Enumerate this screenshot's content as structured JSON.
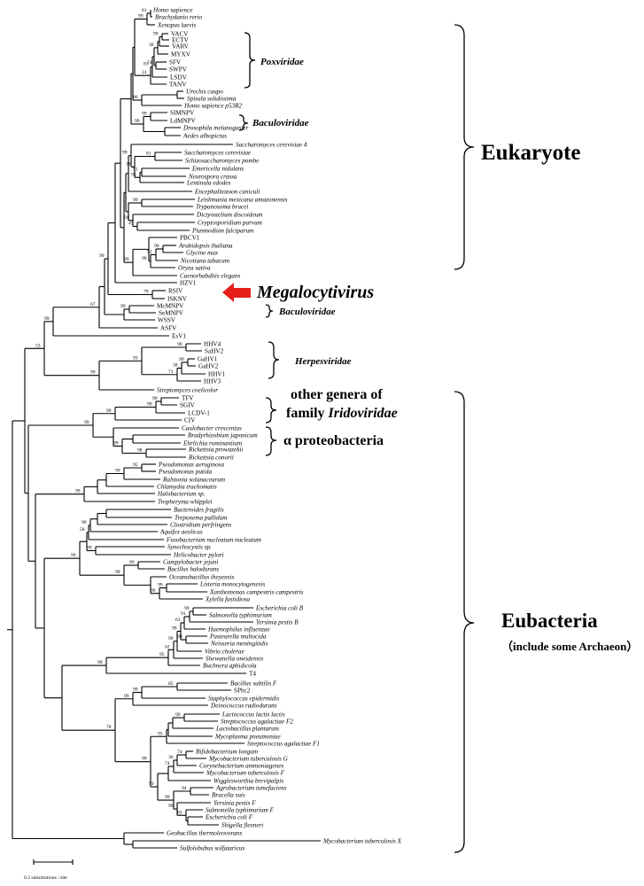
{
  "leaves": [
    {
      "name": "Homo sapience",
      "italic": true
    },
    {
      "name": "Brachydanio rerio",
      "italic": true
    },
    {
      "name": "Xenopus laevis",
      "italic": true
    },
    {
      "name": "VACV",
      "italic": false
    },
    {
      "name": "ECTV",
      "italic": false
    },
    {
      "name": "VARV",
      "italic": false
    },
    {
      "name": "MYXV",
      "italic": false
    },
    {
      "name": "SFV",
      "italic": false
    },
    {
      "name": "SWPV",
      "italic": false
    },
    {
      "name": "LSDV",
      "italic": false
    },
    {
      "name": "TANV",
      "italic": false
    },
    {
      "name": "Urechis caupo",
      "italic": true
    },
    {
      "name": "Spisula solidissima",
      "italic": true
    },
    {
      "name": "Homo sapience p53R2",
      "italic": true
    },
    {
      "name": "SIMNPV",
      "italic": false
    },
    {
      "name": "LdMNPV",
      "italic": false
    },
    {
      "name": "Drosophila melanogaster",
      "italic": true
    },
    {
      "name": "Aedes albopictus",
      "italic": true
    },
    {
      "name": "Saccharomyces cerevisiae 4",
      "italic": true
    },
    {
      "name": "Saccharomyces cerevisiae",
      "italic": true
    },
    {
      "name": "Schizosaccharomyces pombe",
      "italic": true
    },
    {
      "name": "Emericella nidulans",
      "italic": true
    },
    {
      "name": "Neurospora crassa",
      "italic": true
    },
    {
      "name": "Lentinula edodes",
      "italic": true
    },
    {
      "name": "Encephalitozoon cuniculi",
      "italic": true
    },
    {
      "name": "Leishmania mexicana amazonensis",
      "italic": true
    },
    {
      "name": "Trypanosoma brucei",
      "italic": true
    },
    {
      "name": "Dictyostelium discoideum",
      "italic": true
    },
    {
      "name": "Cryptosporidium parvum",
      "italic": true
    },
    {
      "name": "Plasmodium falciparum",
      "italic": true
    },
    {
      "name": "PBCV1",
      "italic": false
    },
    {
      "name": "Arabidopsis thaliana",
      "italic": true
    },
    {
      "name": "Glycine max",
      "italic": true
    },
    {
      "name": "Nicotiana tabacum",
      "italic": true
    },
    {
      "name": "Oryza sativa",
      "italic": true
    },
    {
      "name": "Caenorhabditis elegans",
      "italic": true
    },
    {
      "name": "HZV1",
      "italic": false
    },
    {
      "name": "RSIV",
      "italic": false
    },
    {
      "name": "ISKNV",
      "italic": false
    },
    {
      "name": "McMNPV",
      "italic": false
    },
    {
      "name": "SeMNPV",
      "italic": false
    },
    {
      "name": "WSSV",
      "italic": false
    },
    {
      "name": "ASFV",
      "italic": false
    },
    {
      "name": "EsV1",
      "italic": false
    },
    {
      "name": "HHV4",
      "italic": false
    },
    {
      "name": "SaHV2",
      "italic": false
    },
    {
      "name": "GaHV1",
      "italic": false
    },
    {
      "name": "GaHV2",
      "italic": false
    },
    {
      "name": "HHV1",
      "italic": false
    },
    {
      "name": "HHV3",
      "italic": false
    },
    {
      "name": "Streptomyces coelicolor",
      "italic": true
    },
    {
      "name": "TFV",
      "italic": false
    },
    {
      "name": "SGIV",
      "italic": false
    },
    {
      "name": "LCDV-1",
      "italic": false
    },
    {
      "name": "CIV",
      "italic": false
    },
    {
      "name": "Caulobacter crescentus",
      "italic": true
    },
    {
      "name": "Bradyrhizobium japonicum",
      "italic": true
    },
    {
      "name": "Ehrlichia ruminantium",
      "italic": true
    },
    {
      "name": "Rickettsia prowazekii",
      "italic": true
    },
    {
      "name": "Rickettsia conorii",
      "italic": true
    },
    {
      "name": "Pseudomonas aeruginosa",
      "italic": true
    },
    {
      "name": "Pseudomonas putida",
      "italic": true
    },
    {
      "name": "Ralstonia solanacearum",
      "italic": true
    },
    {
      "name": "Chlamydia trachomatis",
      "italic": true
    },
    {
      "name": "Halobacterium sp.",
      "italic": true
    },
    {
      "name": "Tropheryma whipplei",
      "italic": true
    },
    {
      "name": "Bacteroides fragilis",
      "italic": true
    },
    {
      "name": "Treponema pallidum",
      "italic": true
    },
    {
      "name": "Clostridium perfringens",
      "italic": true
    },
    {
      "name": "Aquifex aeolicus",
      "italic": true
    },
    {
      "name": "Fusobacterium nucleatum nucleatum",
      "italic": true
    },
    {
      "name": "Synechocystis sp.",
      "italic": true
    },
    {
      "name": "Helicobacter pylori",
      "italic": true
    },
    {
      "name": "Campylobacter jejuni",
      "italic": true
    },
    {
      "name": "Bacillus halodurans",
      "italic": true
    },
    {
      "name": "Oceanobacillus iheyensis",
      "italic": true
    },
    {
      "name": "Listeria monocytogenesis",
      "italic": true
    },
    {
      "name": "Xanthomonas campestris campestris",
      "italic": true
    },
    {
      "name": "Xylella fastidiosa",
      "italic": true
    },
    {
      "name": "Escherichia coli B",
      "italic": true
    },
    {
      "name": "Salmonella typhimurium",
      "italic": true
    },
    {
      "name": "Yersinia pestis B",
      "italic": true
    },
    {
      "name": "Haemophilus influenzae",
      "italic": true
    },
    {
      "name": "Pasteurella multocida",
      "italic": true
    },
    {
      "name": "Neisseria meningitidis",
      "italic": true
    },
    {
      "name": "Vibrio cholerae",
      "italic": true
    },
    {
      "name": "Shewanella oneidensis",
      "italic": true
    },
    {
      "name": "Buchnera aphidicola",
      "italic": true
    },
    {
      "name": "T4",
      "italic": false
    },
    {
      "name": "Bacillus subtilis F",
      "italic": true
    },
    {
      "name": "SPbc2",
      "italic": false
    },
    {
      "name": "Staphylococcus epidermidis",
      "italic": true
    },
    {
      "name": "Deinococcus radiodurans",
      "italic": true
    },
    {
      "name": "Lactococcus lactis lactis",
      "italic": true
    },
    {
      "name": "Streptococcus agalactiae F2",
      "italic": true
    },
    {
      "name": "Lactobacillus plantarum",
      "italic": true
    },
    {
      "name": "Mycoplasma pneumoniae",
      "italic": true
    },
    {
      "name": "Streptococcus agalactiae F1",
      "italic": true
    },
    {
      "name": "Bifidobacterium longum",
      "italic": true
    },
    {
      "name": "Mycobacterium tuberculosis G",
      "italic": true
    },
    {
      "name": "Corynebacterium ammoniagenes",
      "italic": true
    },
    {
      "name": "Mycobacterium tuberculosis F",
      "italic": true
    },
    {
      "name": "Wigglesworthia brevipalpis",
      "italic": true
    },
    {
      "name": "Agrobacterium tumefaciens",
      "italic": true
    },
    {
      "name": "Brucella suis",
      "italic": true
    },
    {
      "name": "Yersinia pestis F",
      "italic": true
    },
    {
      "name": "Salmonella typhimurium F",
      "italic": true
    },
    {
      "name": "Escherichia coli F",
      "italic": true
    },
    {
      "name": "Shigella flexneri",
      "italic": true
    },
    {
      "name": "Geobacillus thermoleovorans",
      "italic": true
    },
    {
      "name": "Mycobacterium tuberculosis X",
      "italic": true
    },
    {
      "name": "Sulfolobubus solfataricus",
      "italic": true
    }
  ],
  "bootstrap_values": [
    "81",
    "99",
    "99",
    "38",
    "74",
    "83",
    "31",
    "86",
    "99",
    "99",
    "81",
    "91",
    "95",
    "38",
    "99",
    "99",
    "45",
    "91",
    "99",
    "92",
    "99",
    "99",
    "79",
    "99",
    "99",
    "67",
    "99",
    "99",
    "99",
    "38",
    "71",
    "93",
    "99",
    "53",
    "99",
    "99",
    "99",
    "98",
    "99",
    "99",
    "95",
    "99",
    "99",
    "99",
    "56",
    "99",
    "99",
    "99",
    "99",
    "99",
    "99",
    "99",
    "91",
    "63",
    "99",
    "99",
    "99",
    "62",
    "95",
    "99",
    "85",
    "99",
    "99",
    "99",
    "95",
    "74",
    "36",
    "74",
    "94",
    "83",
    "99",
    "99",
    "99",
    "99",
    "78"
  ],
  "groups": [
    {
      "label": "Poxviridae",
      "style": "italic"
    },
    {
      "label": "Baculoviridae",
      "style": "italic"
    },
    {
      "label": "Baculoviridae",
      "style": "italic"
    },
    {
      "label": "Herpesviridae",
      "style": "italic"
    },
    {
      "label": "α proteobacteria",
      "style": "bold"
    }
  ],
  "iridoviridae_group": {
    "line1": "other genera of",
    "line2_prefix": "family ",
    "line2_italic": "Iridoviridae"
  },
  "highlight": {
    "label": "Megalocytivirus",
    "arrow_color": "#e8201c"
  },
  "kingdoms": [
    {
      "label": "Eukaryote"
    },
    {
      "label": "Eubacteria",
      "sublabel": "（include some Archaeon）"
    }
  ],
  "scale_bar": {
    "label": "0.2 substitutions / site"
  }
}
